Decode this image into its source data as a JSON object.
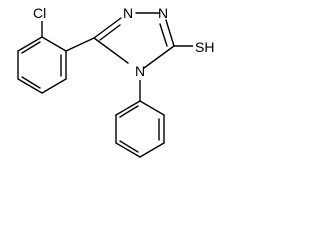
{
  "molecule": {
    "atom_labels": {
      "chlorine": "Cl",
      "nitrogen_1": "N",
      "nitrogen_2": "N",
      "nitrogen_3": "N",
      "thiol": "SH"
    }
  },
  "style": {
    "bond_color": "#000000",
    "text_color": "#000000",
    "background": "#ffffff"
  }
}
